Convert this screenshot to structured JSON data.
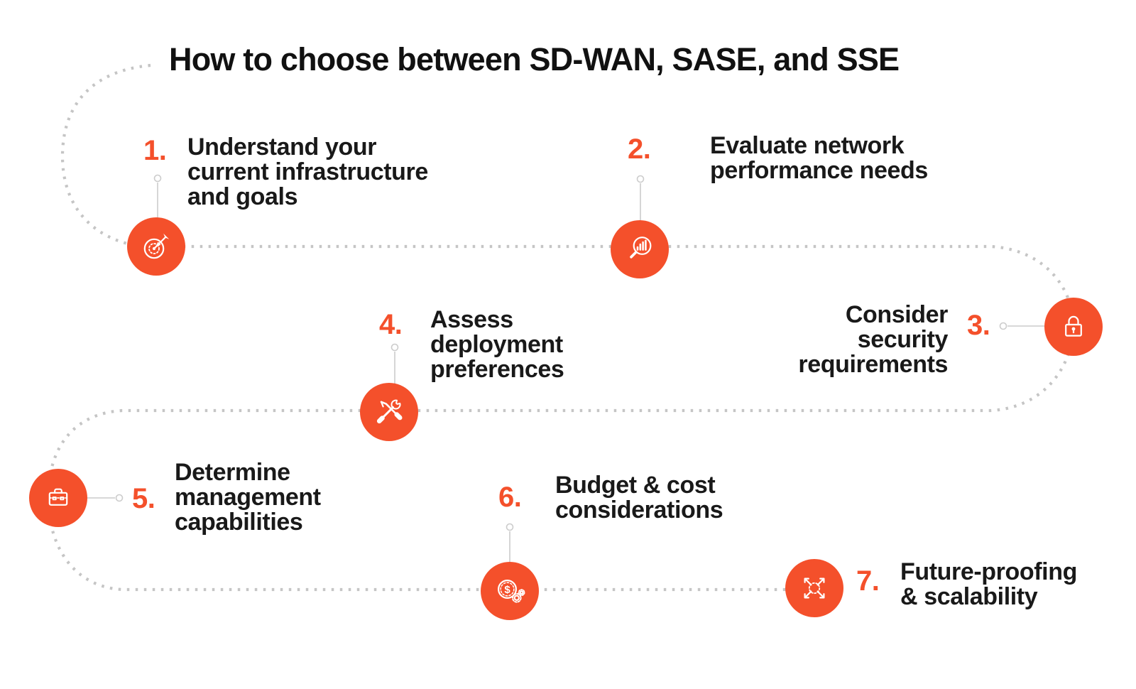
{
  "title": "How to choose between SD-WAN, SASE, and SSE",
  "colors": {
    "accent": "#F4502B",
    "ink": "#191919",
    "path_dots": "#C5C5C5",
    "connector": "#CCCCCC"
  },
  "steps": [
    {
      "number": "1.",
      "label": "Understand your\ncurrent infrastructure\nand goals",
      "icon": "target-arrow-icon"
    },
    {
      "number": "2.",
      "label": "Evaluate network\nperformance needs",
      "icon": "magnifier-chart-icon"
    },
    {
      "number": "3.",
      "label": "Consider\nsecurity\nrequirements",
      "icon": "padlock-icon"
    },
    {
      "number": "4.",
      "label": "Assess\ndeployment\npreferences",
      "icon": "tools-icon"
    },
    {
      "number": "5.",
      "label": "Determine\nmanagement\ncapabilities",
      "icon": "briefcase-icon"
    },
    {
      "number": "6.",
      "label": "Budget & cost\nconsiderations",
      "icon": "dollar-gears-icon"
    },
    {
      "number": "7.",
      "label": "Future-proofing\n& scalability",
      "icon": "expand-arrows-icon"
    }
  ]
}
